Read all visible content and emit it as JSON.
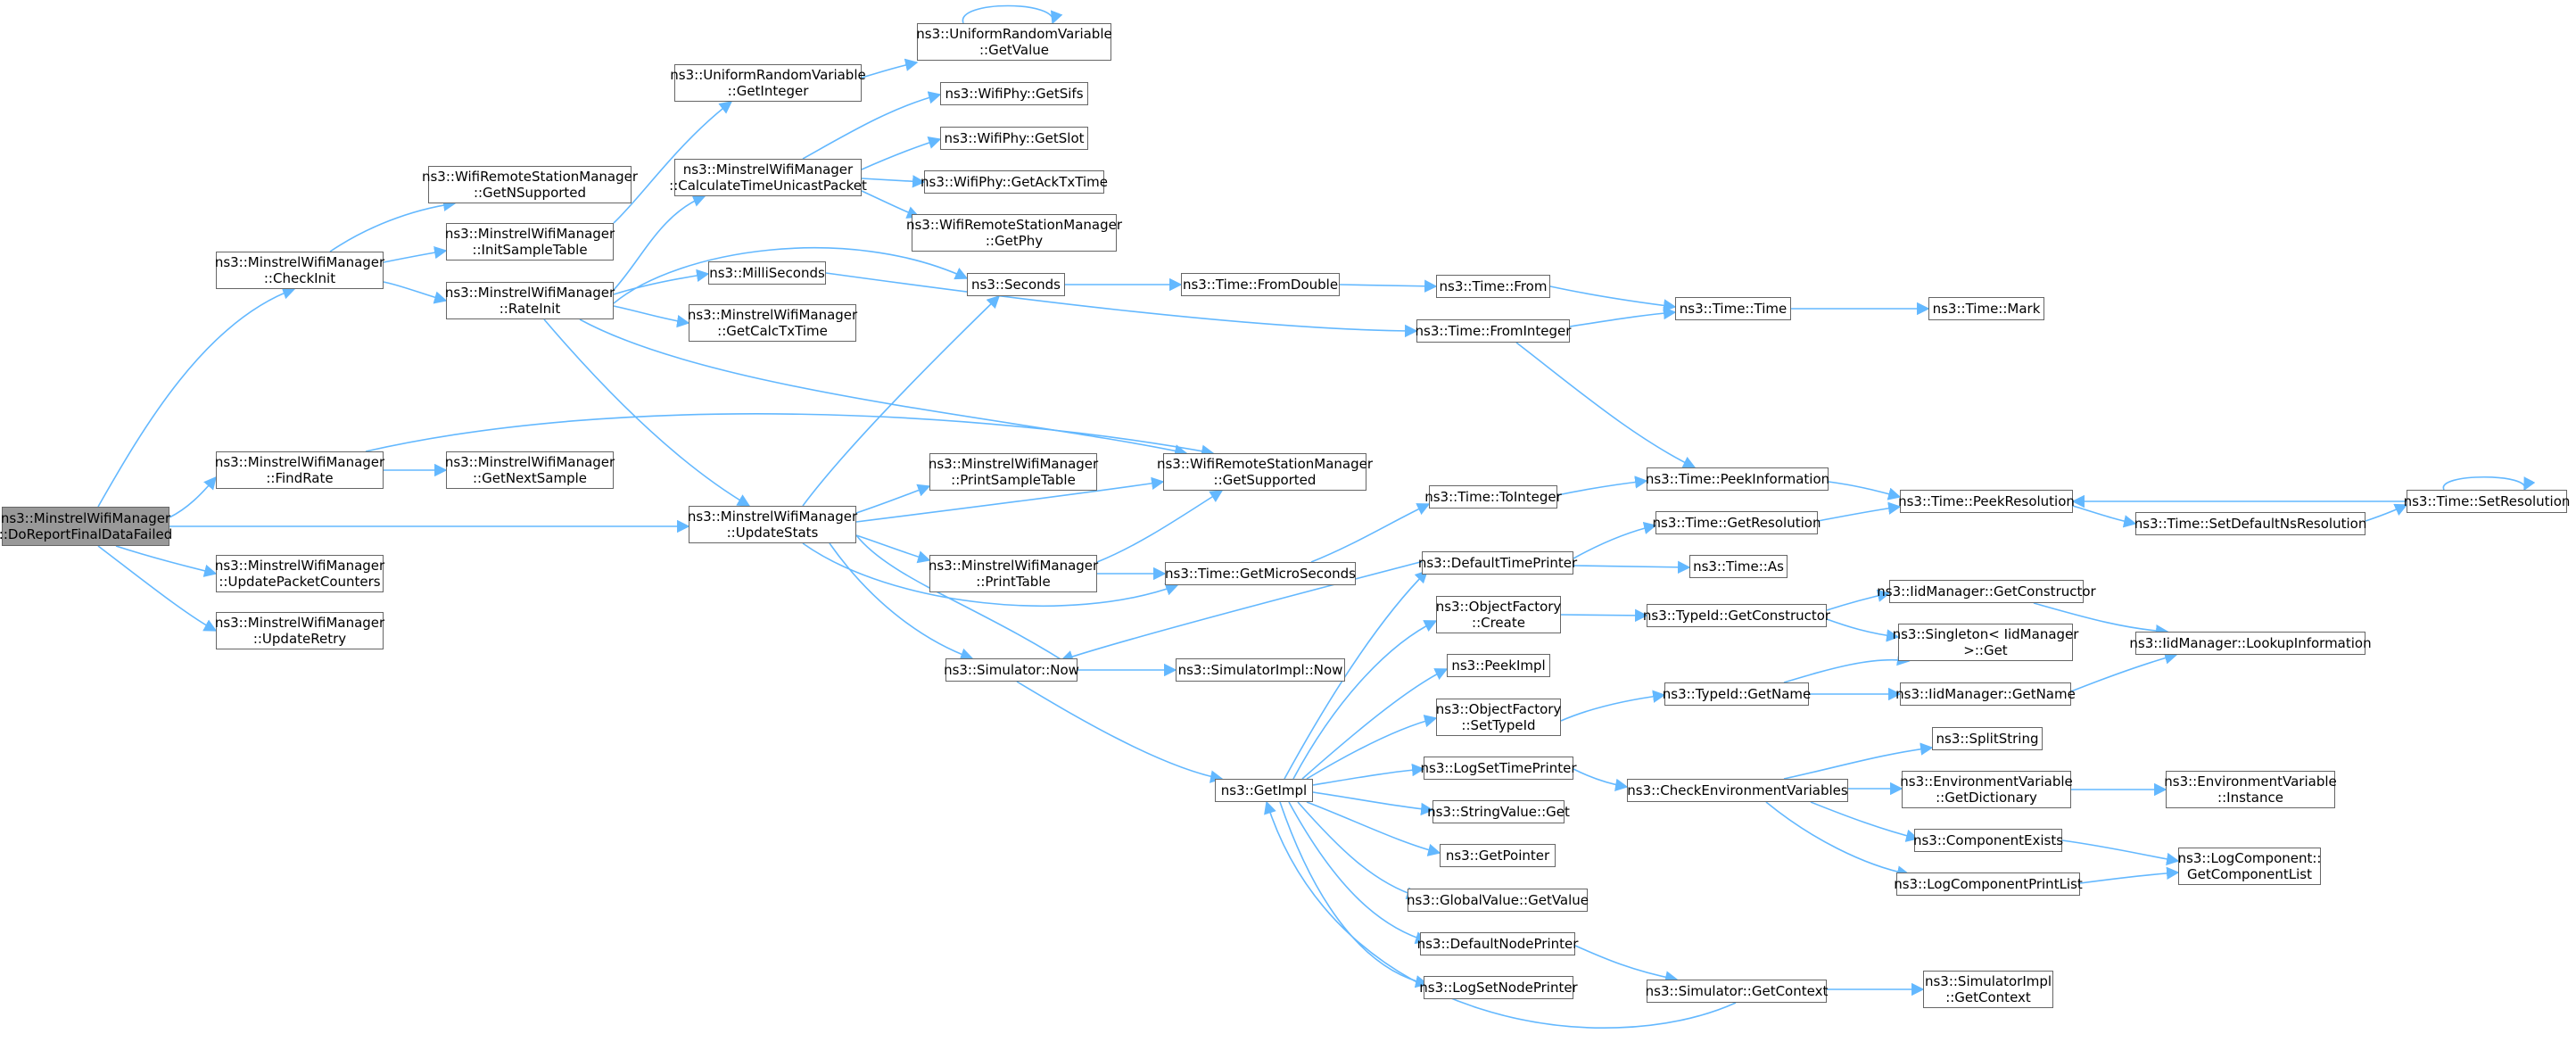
{
  "colors": {
    "edge": "#63b8ff",
    "node_border": "#666666",
    "root_fill": "#999999"
  },
  "nodes": {
    "root": {
      "l1": "ns3::MinstrelWifiManager",
      "l2": "::DoReportFinalDataFailed"
    },
    "checkinit": {
      "l1": "ns3::MinstrelWifiManager",
      "l2": "::CheckInit"
    },
    "findrate": {
      "l1": "ns3::MinstrelWifiManager",
      "l2": "::FindRate"
    },
    "updatepacketcounters": {
      "l1": "ns3::MinstrelWifiManager",
      "l2": "::UpdatePacketCounters"
    },
    "updateretry": {
      "l1": "ns3::MinstrelWifiManager",
      "l2": "::UpdateRetry"
    },
    "getnsupported": {
      "l1": "ns3::WifiRemoteStationManager",
      "l2": "::GetNSupported"
    },
    "initsampletable": {
      "l1": "ns3::MinstrelWifiManager",
      "l2": "::InitSampleTable"
    },
    "rateinit": {
      "l1": "ns3::MinstrelWifiManager",
      "l2": "::RateInit"
    },
    "getnextsample": {
      "l1": "ns3::MinstrelWifiManager",
      "l2": "::GetNextSample"
    },
    "urv_getinteger": {
      "l1": "ns3::UniformRandomVariable",
      "l2": "::GetInteger"
    },
    "calctimeunicast": {
      "l1": "ns3::MinstrelWifiManager",
      "l2": "::CalculateTimeUnicastPacket"
    },
    "milliseconds": {
      "l1": "ns3::MilliSeconds"
    },
    "getcalctxtime": {
      "l1": "ns3::MinstrelWifiManager",
      "l2": "::GetCalcTxTime"
    },
    "updatestats": {
      "l1": "ns3::MinstrelWifiManager",
      "l2": "::UpdateStats"
    },
    "urv_getvalue": {
      "l1": "ns3::UniformRandomVariable",
      "l2": "::GetValue"
    },
    "getsifs": {
      "l1": "ns3::WifiPhy::GetSifs"
    },
    "getslot": {
      "l1": "ns3::WifiPhy::GetSlot"
    },
    "getacktxtime": {
      "l1": "ns3::WifiPhy::GetAckTxTime"
    },
    "getphy": {
      "l1": "ns3::WifiRemoteStationManager",
      "l2": "::GetPhy"
    },
    "seconds": {
      "l1": "ns3::Seconds"
    },
    "getsupported": {
      "l1": "ns3::WifiRemoteStationManager",
      "l2": "::GetSupported"
    },
    "printsampletable": {
      "l1": "ns3::MinstrelWifiManager",
      "l2": "::PrintSampleTable"
    },
    "printtable": {
      "l1": "ns3::MinstrelWifiManager",
      "l2": "::PrintTable"
    },
    "sim_now": {
      "l1": "ns3::Simulator::Now"
    },
    "time_fromdouble": {
      "l1": "ns3::Time::FromDouble"
    },
    "time_getmicroseconds": {
      "l1": "ns3::Time::GetMicroSeconds"
    },
    "simimpl_now": {
      "l1": "ns3::SimulatorImpl::Now"
    },
    "getimpl": {
      "l1": "ns3::GetImpl"
    },
    "time_from": {
      "l1": "ns3::Time::From"
    },
    "time_frominteger": {
      "l1": "ns3::Time::FromInteger"
    },
    "time_tointeger": {
      "l1": "ns3::Time::ToInteger"
    },
    "defaulttimeprinter": {
      "l1": "ns3::DefaultTimePrinter"
    },
    "objfactory_create": {
      "l1": "ns3::ObjectFactory",
      "l2": "::Create"
    },
    "peekimpl": {
      "l1": "ns3::PeekImpl"
    },
    "objfactory_settypeid": {
      "l1": "ns3::ObjectFactory",
      "l2": "::SetTypeId"
    },
    "logsettimeprinter": {
      "l1": "ns3::LogSetTimePrinter"
    },
    "stringvalue_get": {
      "l1": "ns3::StringValue::Get"
    },
    "getpointer": {
      "l1": "ns3::GetPointer"
    },
    "globalvalue_getvalue": {
      "l1": "ns3::GlobalValue::GetValue"
    },
    "defaultnodeprinter": {
      "l1": "ns3::DefaultNodePrinter"
    },
    "logsetnodeprinter": {
      "l1": "ns3::LogSetNodePrinter"
    },
    "time_time": {
      "l1": "ns3::Time::Time"
    },
    "time_peekinformation": {
      "l1": "ns3::Time::PeekInformation"
    },
    "time_getresolution": {
      "l1": "ns3::Time::GetResolution"
    },
    "time_as": {
      "l1": "ns3::Time::As"
    },
    "typeid_getconstructor": {
      "l1": "ns3::TypeId::GetConstructor"
    },
    "typeid_getname": {
      "l1": "ns3::TypeId::GetName"
    },
    "checkenvvars": {
      "l1": "ns3::CheckEnvironmentVariables"
    },
    "sim_getcontext": {
      "l1": "ns3::Simulator::GetContext"
    },
    "time_mark": {
      "l1": "ns3::Time::Mark"
    },
    "time_peekresolution": {
      "l1": "ns3::Time::PeekResolution"
    },
    "iid_getconstructor": {
      "l1": "ns3::IidManager::GetConstructor"
    },
    "singleton_get": {
      "l1": "ns3::Singleton< IidManager",
      "l2": ">::Get"
    },
    "iid_getname": {
      "l1": "ns3::IidManager::GetName"
    },
    "splitstring": {
      "l1": "ns3::SplitString"
    },
    "envvar_getdictionary": {
      "l1": "ns3::EnvironmentVariable",
      "l2": "::GetDictionary"
    },
    "componentexists": {
      "l1": "ns3::ComponentExists"
    },
    "logcomponentprintlist": {
      "l1": "ns3::LogComponentPrintList"
    },
    "simimpl_getcontext": {
      "l1": "ns3::SimulatorImpl",
      "l2": "::GetContext"
    },
    "time_setdefaultnsresolution": {
      "l1": "ns3::Time::SetDefaultNsResolution"
    },
    "iid_lookupinformation": {
      "l1": "ns3::IidManager::LookupInformation"
    },
    "envvar_instance": {
      "l1": "ns3::EnvironmentVariable",
      "l2": "::Instance"
    },
    "logcomponent_getcomponentlist": {
      "l1": "ns3::LogComponent::",
      "l2": "GetComponentList"
    },
    "time_setresolution": {
      "l1": "ns3::Time::SetResolution"
    }
  }
}
